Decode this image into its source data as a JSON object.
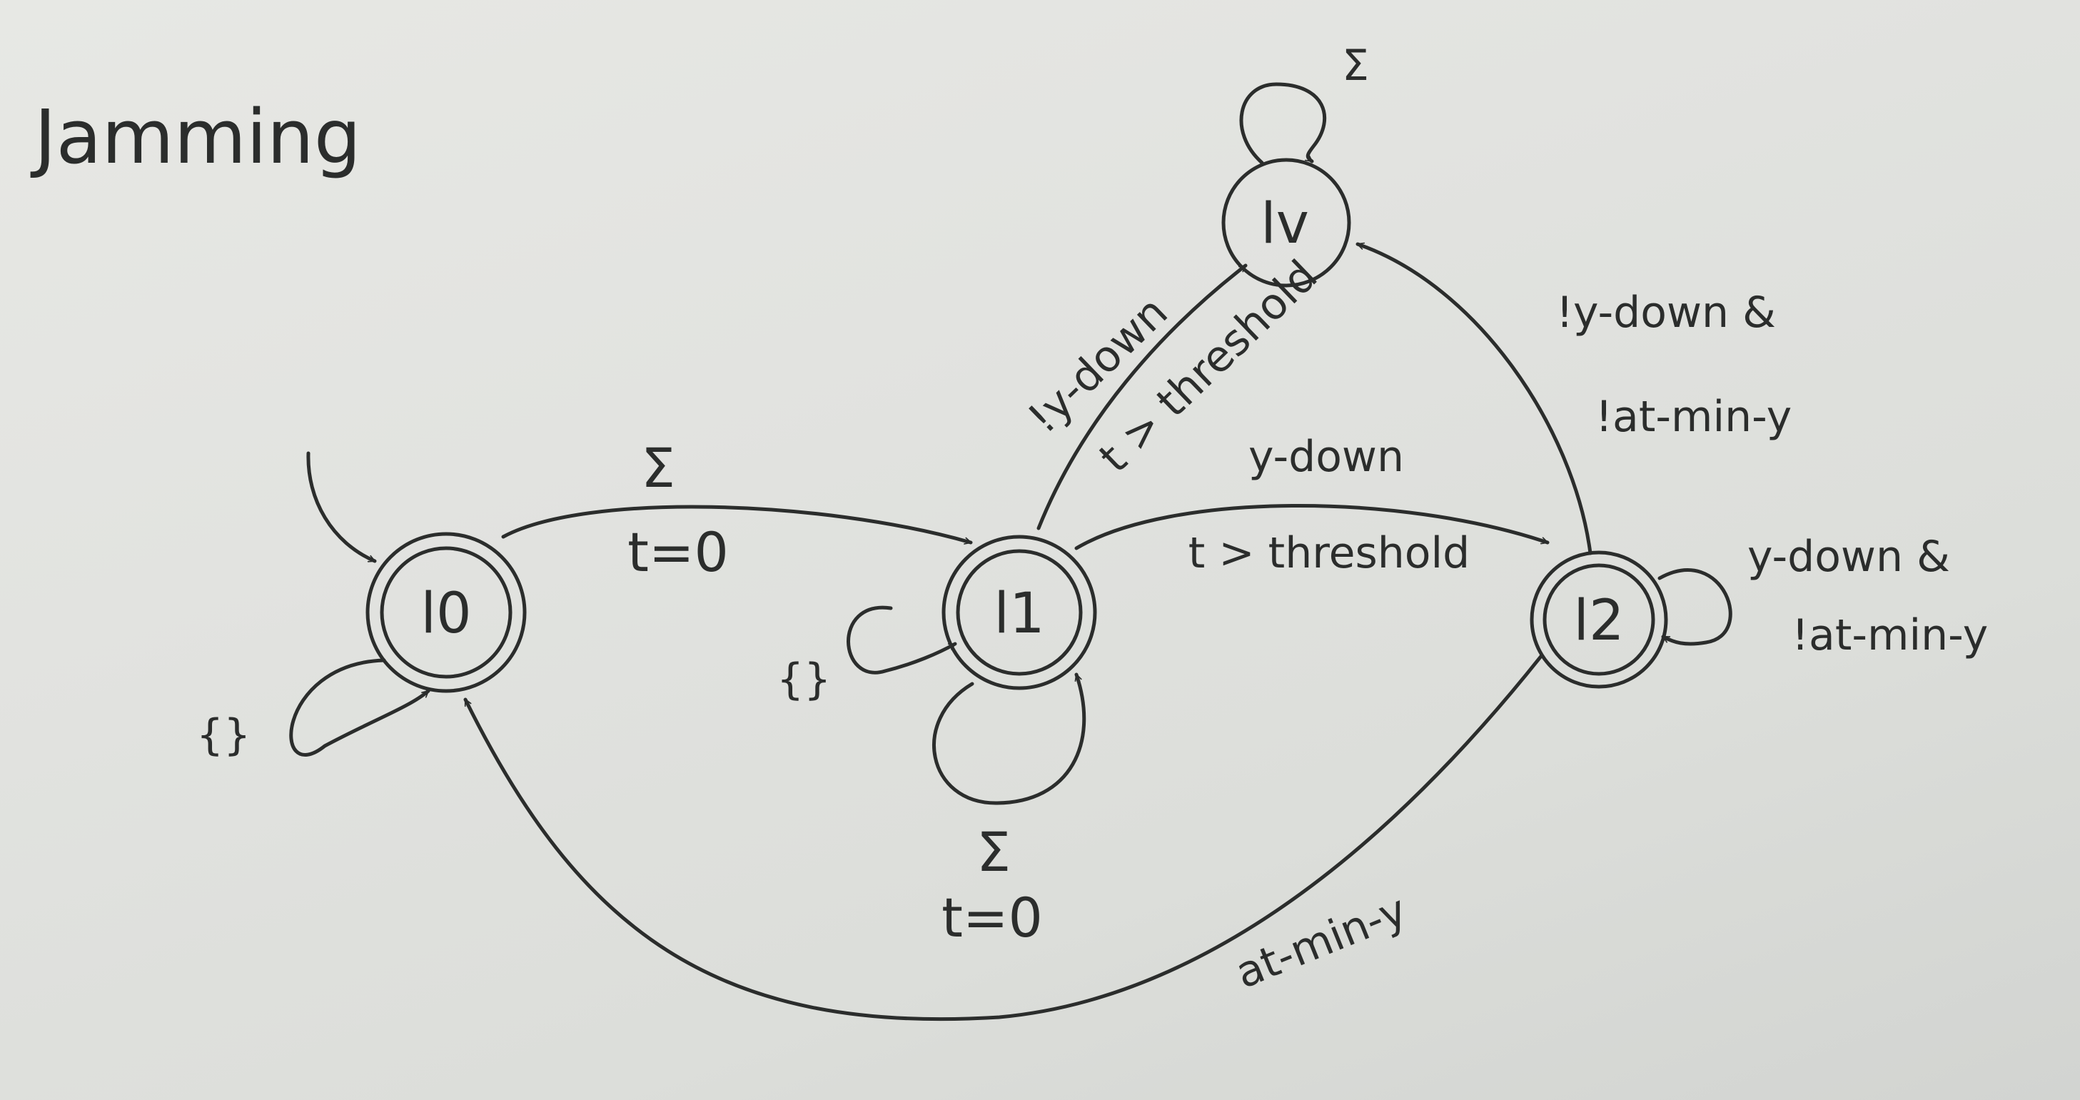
{
  "diagram": {
    "title": "Jamming",
    "states": {
      "l0": "l0",
      "l1": "l1",
      "l2": "l2",
      "lv": "lv"
    },
    "transitions": {
      "l0_l1_event": "Σ",
      "l0_l1_update": "t=0",
      "l0_self": "{}",
      "l1_self_empty": "{}",
      "l1_self_sigma_event": "Σ",
      "l1_self_sigma_update": "t=0",
      "l1_l2_guard": "y-down",
      "l1_l2_condition": "t > threshold",
      "l1_lv_guard": "!y-down",
      "l1_lv_condition": "t > threshold",
      "l2_lv_line1": "!y-down &",
      "l2_lv_line2": "!at-min-y",
      "l2_self_line1": "y-down &",
      "l2_self_line2": "!at-min-y",
      "l2_l0_guard": "at-min-y",
      "lv_self": "Σ"
    },
    "ink_color": "#2b2d2c"
  }
}
